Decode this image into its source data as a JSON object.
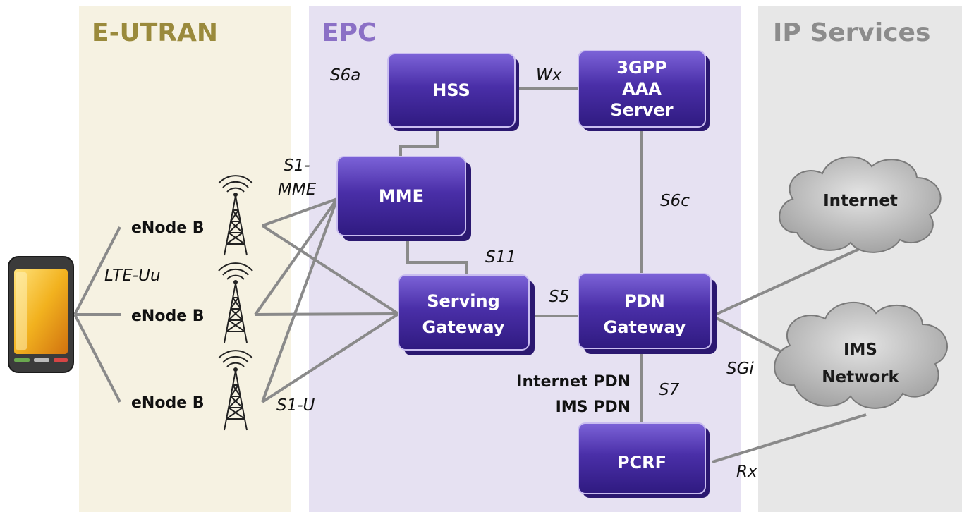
{
  "regions": {
    "eutran": {
      "title": "E-UTRAN",
      "color": "#9a8a3c",
      "bg": "#f6f2e2"
    },
    "epc": {
      "title": "EPC",
      "color": "#8b70c6",
      "bg": "#e6e1f2"
    },
    "ip_services": {
      "title": "IP Services",
      "color": "#8c8c8c",
      "bg": "#e7e7e7"
    }
  },
  "nodes": {
    "hss": {
      "lines": [
        "HSS"
      ]
    },
    "aaa": {
      "lines": [
        "3GPP",
        "AAA",
        "Server"
      ]
    },
    "mme": {
      "lines": [
        "MME"
      ]
    },
    "sgw": {
      "lines": [
        "Serving",
        "Gateway"
      ]
    },
    "pgw": {
      "lines": [
        "PDN",
        "Gateway"
      ]
    },
    "pcrf": {
      "lines": [
        "PCRF"
      ]
    }
  },
  "clouds": {
    "internet": {
      "lines": [
        "Internet"
      ]
    },
    "ims": {
      "lines": [
        "IMS",
        "Network"
      ]
    }
  },
  "enodebs": [
    "eNode B",
    "eNode B",
    "eNode B"
  ],
  "interfaces": {
    "s6a": "S6a",
    "wx": "Wx",
    "s1_mme_1": "S1-",
    "s1_mme_2": "MME",
    "lte_uu": "LTE-Uu",
    "s11": "S11",
    "s6c": "S6c",
    "s5": "S5",
    "s1_u": "S1-U",
    "s7": "S7",
    "sgi": "SGi",
    "rx": "Rx"
  },
  "pdn_notes": [
    "Internet PDN",
    "IMS PDN"
  ],
  "colors": {
    "node_fill": "#4a2fa8",
    "node_dark": "#2b1870",
    "link": "#8a8a8a",
    "cloud": "#a9a9a9"
  }
}
